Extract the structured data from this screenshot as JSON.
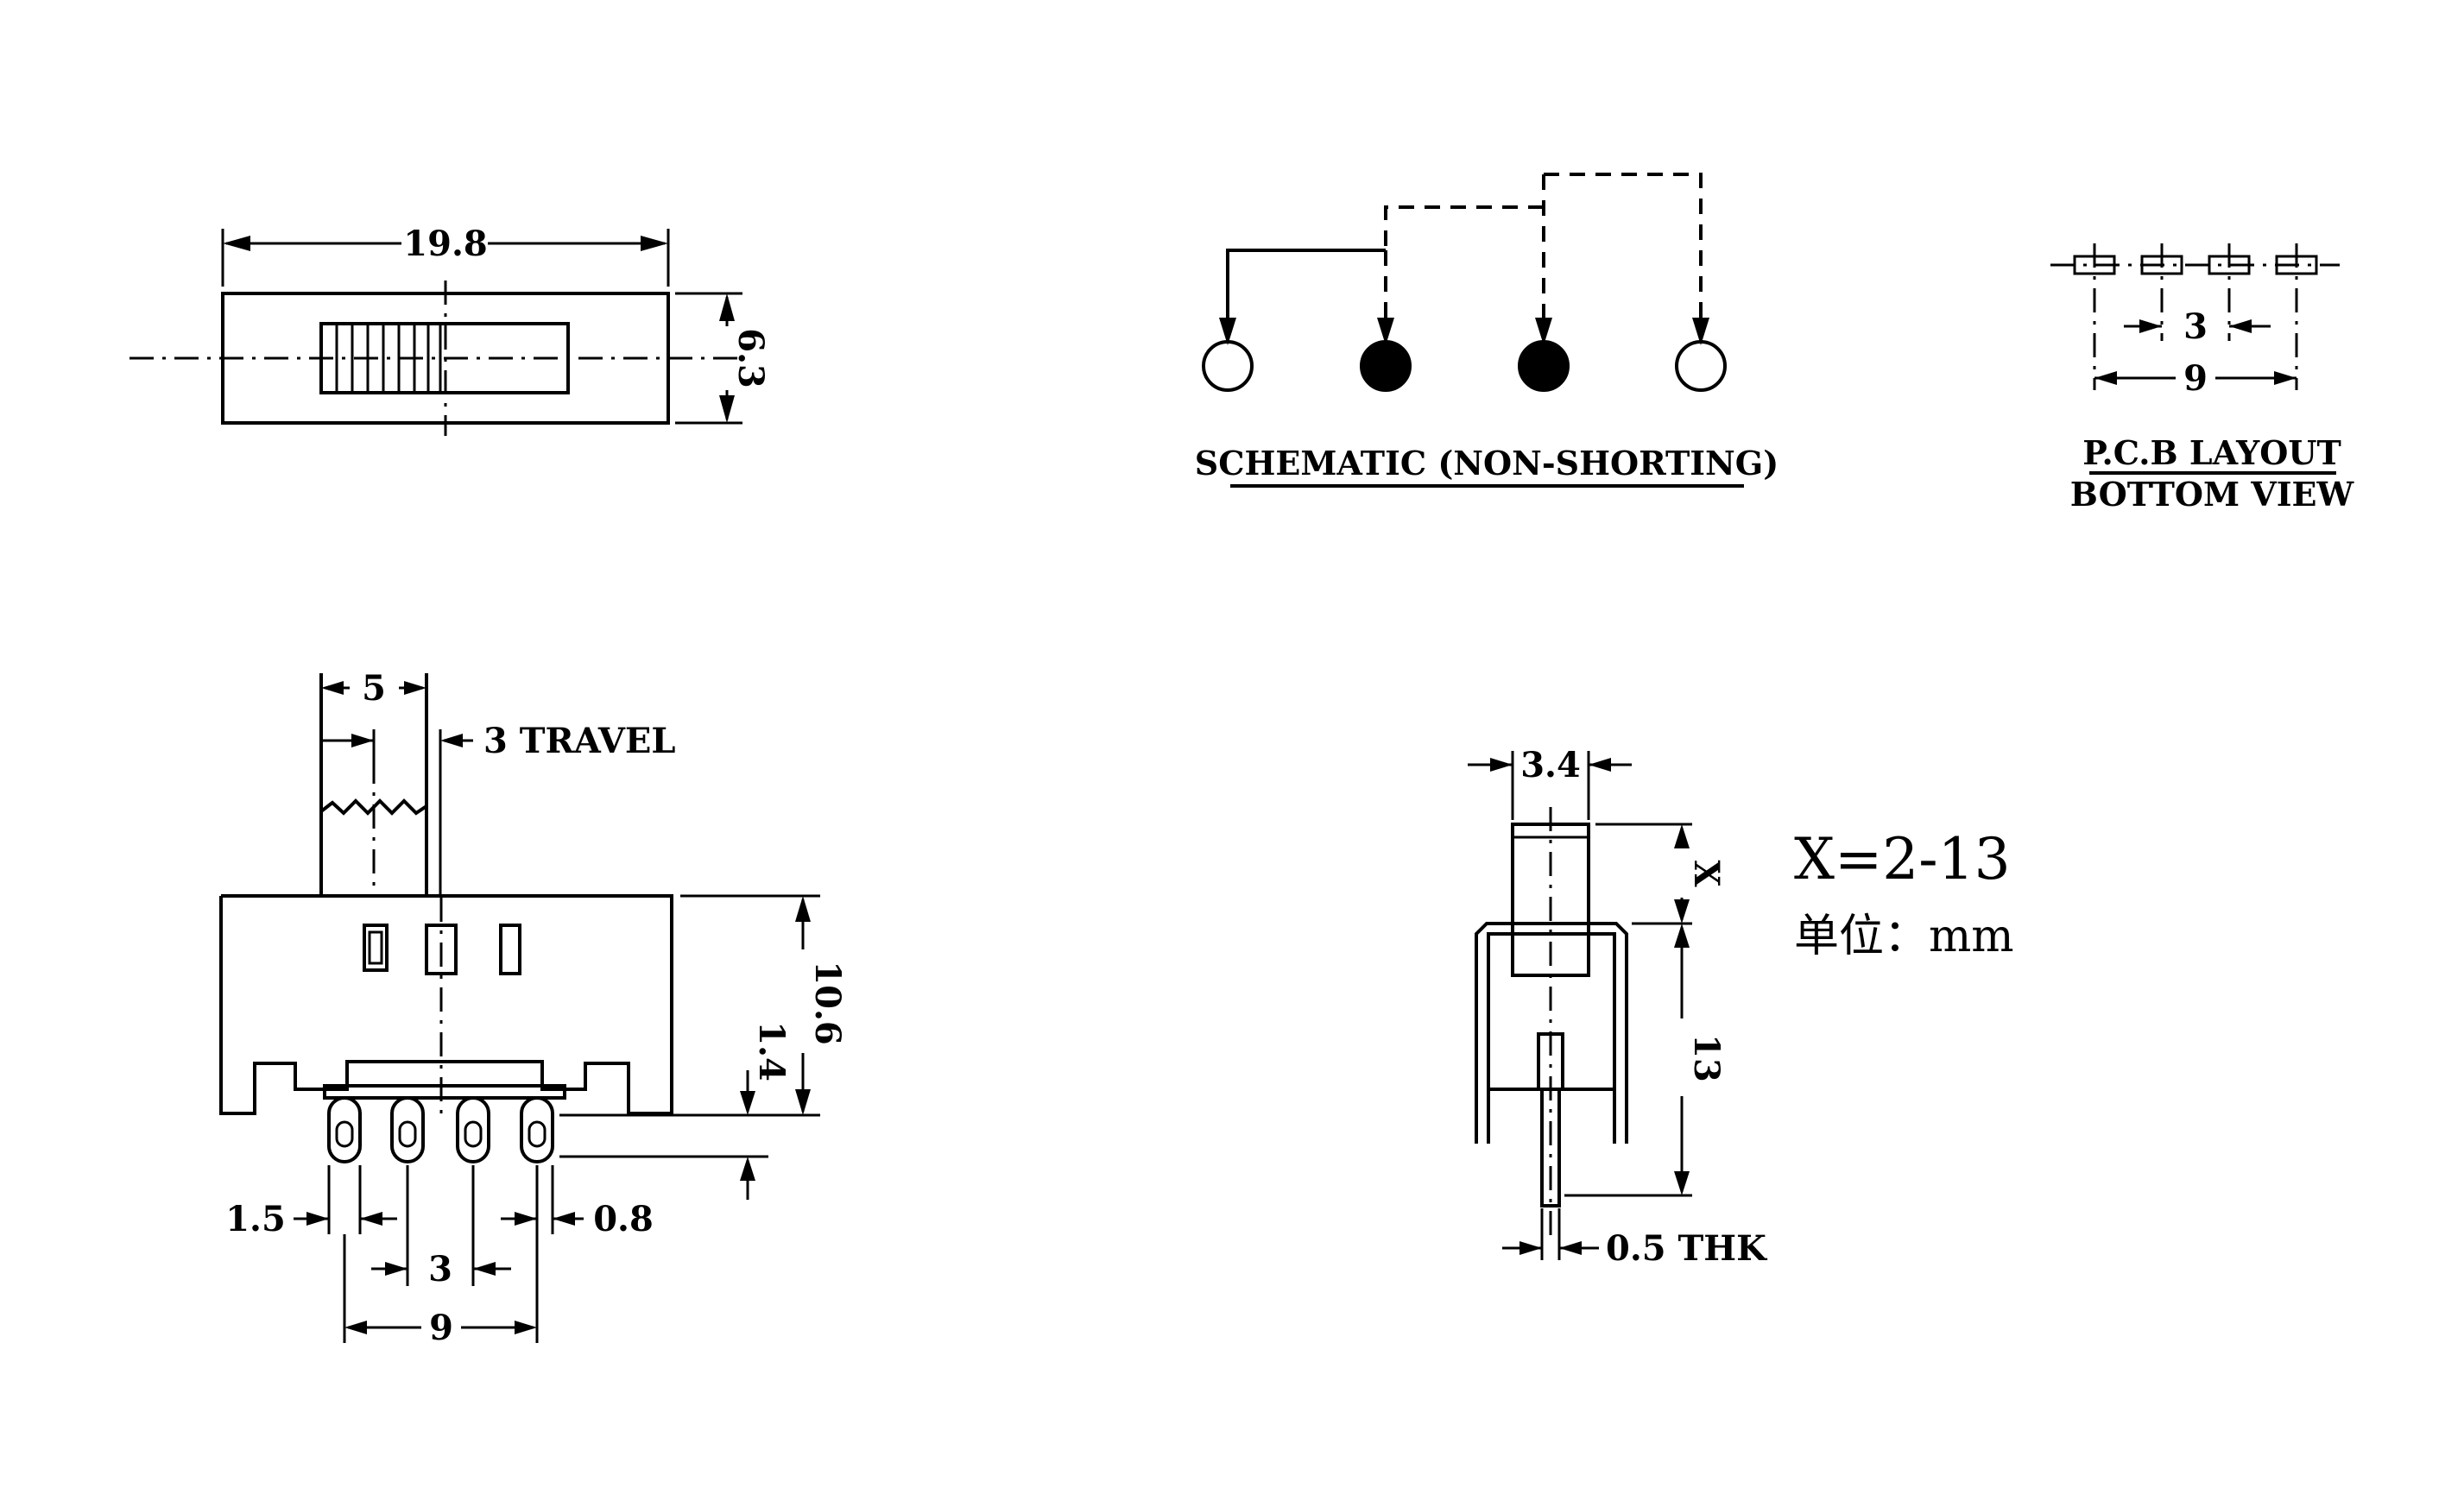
{
  "top_view": {
    "width_dim": "19.8",
    "height_dim": "6.3"
  },
  "schematic": {
    "title": "SCHEMATIC (NON-SHORTING)",
    "terminals": [
      {
        "filled": false
      },
      {
        "filled": true
      },
      {
        "filled": true
      },
      {
        "filled": false
      }
    ]
  },
  "pcb_layout": {
    "pitch_dim": "3",
    "span_dim": "9",
    "title_line1": "P.C.B LAYOUT",
    "title_line2": "BOTTOM VIEW"
  },
  "front_view": {
    "actuator_width": "5",
    "travel": "3 TRAVEL",
    "body_height": "10.6",
    "standoff": "1.4",
    "pin_offset": "1.5",
    "pin_width": "0.8",
    "pin_pitch": "3",
    "pin_span": "9"
  },
  "side_view": {
    "actuator_width": "3.4",
    "actuator_height": "X",
    "body_height": "13",
    "thickness": "0.5 THK"
  },
  "notes": {
    "x_range": "X=2-13",
    "unit": "单位：mm"
  }
}
